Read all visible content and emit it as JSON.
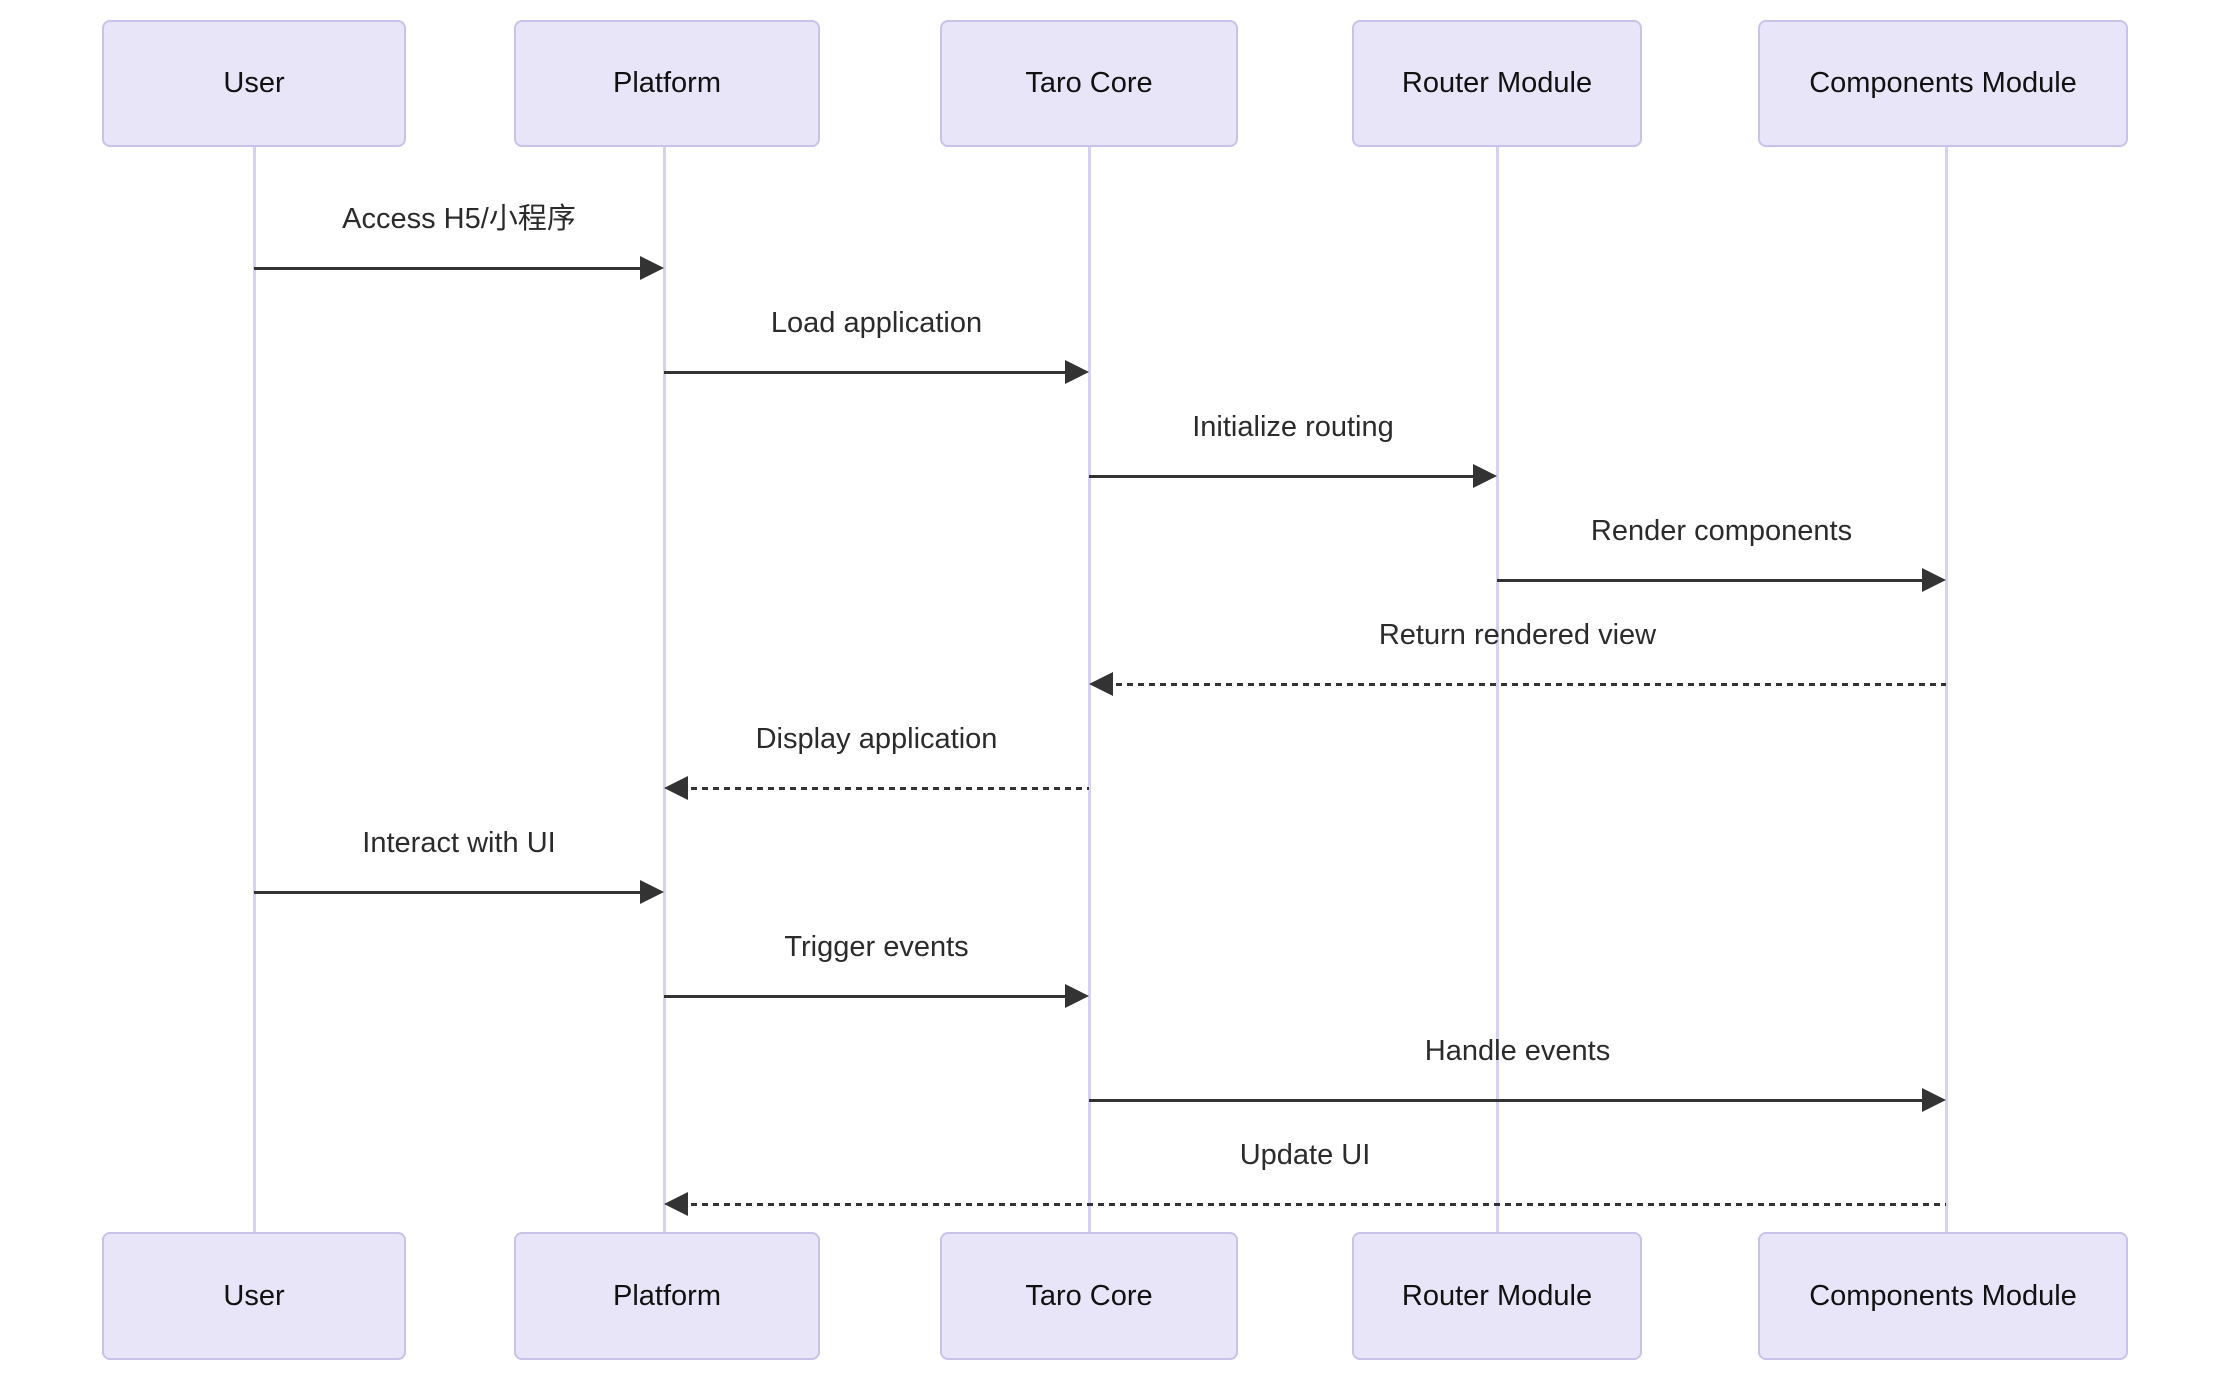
{
  "diagram": {
    "type": "sequence",
    "actors": [
      {
        "name": "User"
      },
      {
        "name": "Platform"
      },
      {
        "name": "Taro Core"
      },
      {
        "name": "Router Module"
      },
      {
        "name": "Components Module"
      }
    ],
    "messages": [
      {
        "label": "Access H5/小程序",
        "from": "User",
        "to": "Platform",
        "line": "solid",
        "direction": "right"
      },
      {
        "label": "Load application",
        "from": "Platform",
        "to": "Taro Core",
        "line": "solid",
        "direction": "right"
      },
      {
        "label": "Initialize routing",
        "from": "Taro Core",
        "to": "Router Module",
        "line": "solid",
        "direction": "right"
      },
      {
        "label": "Render components",
        "from": "Router Module",
        "to": "Components Module",
        "line": "solid",
        "direction": "right"
      },
      {
        "label": "Return rendered view",
        "from": "Components Module",
        "to": "Taro Core",
        "line": "dashed",
        "direction": "left"
      },
      {
        "label": "Display application",
        "from": "Taro Core",
        "to": "Platform",
        "line": "dashed",
        "direction": "left"
      },
      {
        "label": "Interact with UI",
        "from": "User",
        "to": "Platform",
        "line": "solid",
        "direction": "right"
      },
      {
        "label": "Trigger events",
        "from": "Platform",
        "to": "Taro Core",
        "line": "solid",
        "direction": "right"
      },
      {
        "label": "Handle events",
        "from": "Taro Core",
        "to": "Components Module",
        "line": "solid",
        "direction": "right"
      },
      {
        "label": "Update UI",
        "from": "Components Module",
        "to": "Platform",
        "line": "dashed",
        "direction": "left"
      }
    ]
  },
  "theme": {
    "actor_fill": "#e8e5f8",
    "actor_border": "#c9c2ea",
    "lifeline_color": "#d8d0f0",
    "arrow_color": "#333333",
    "actor_text": "#111111",
    "message_text": "#2b2b2b",
    "bg": "#ffffff"
  }
}
